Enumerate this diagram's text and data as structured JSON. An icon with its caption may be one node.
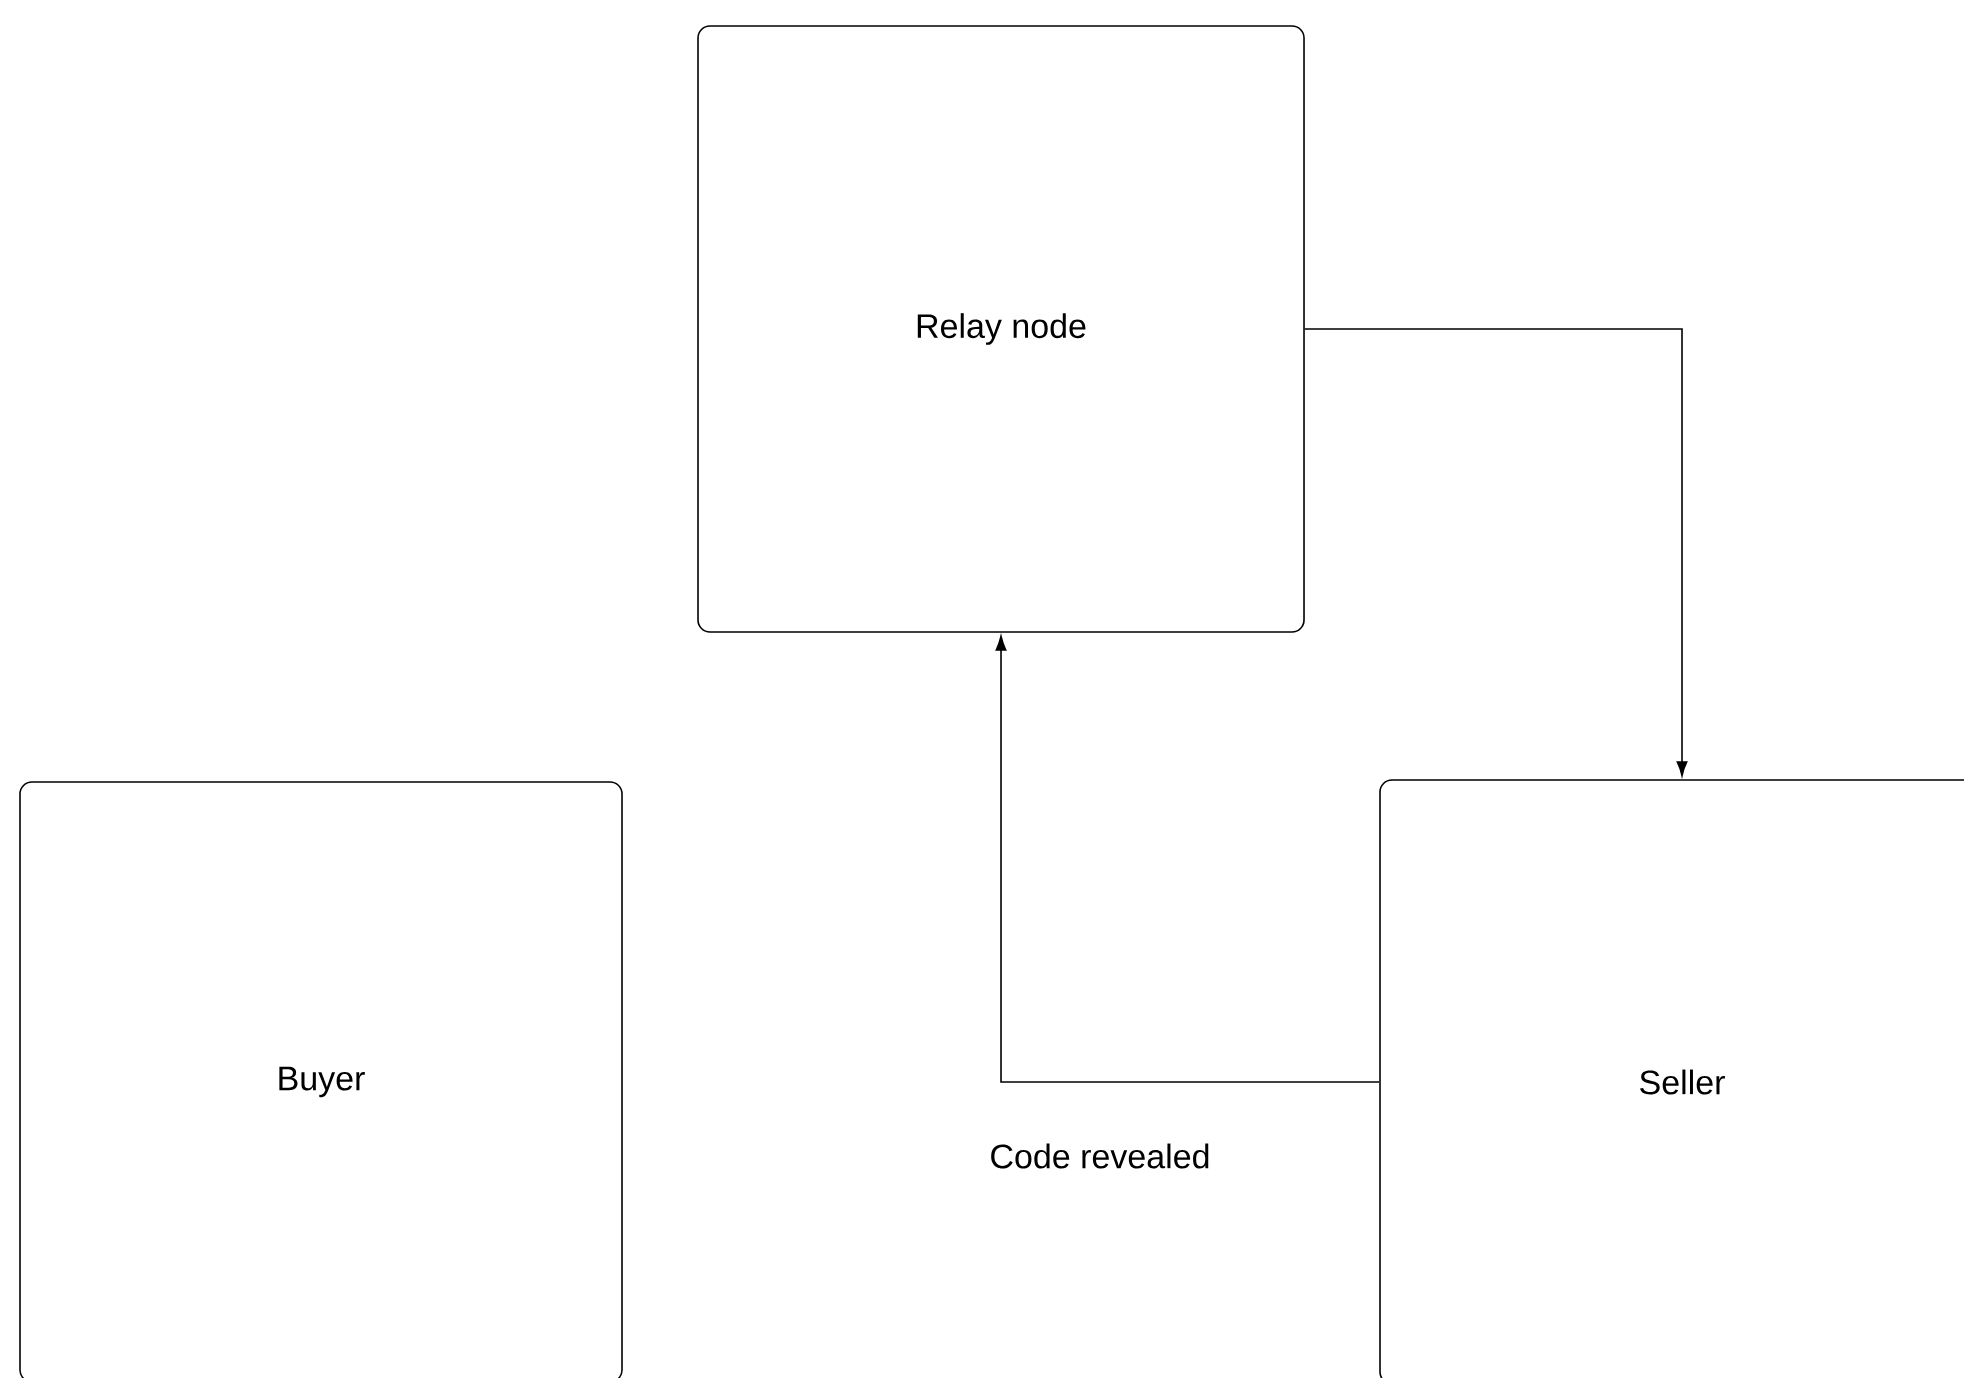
{
  "diagram": {
    "nodes": [
      {
        "text": [
          "Relay node"
        ]
      },
      {
        "text": [
          "Buyer"
        ]
      },
      {
        "text": [
          "Seller"
        ]
      }
    ],
    "edges": [
      {
        "from": 0,
        "to": 2,
        "arrow": "to"
      },
      {
        "from": 2,
        "to": 0,
        "arrow": "to",
        "label": "Code revealed"
      }
    ]
  }
}
